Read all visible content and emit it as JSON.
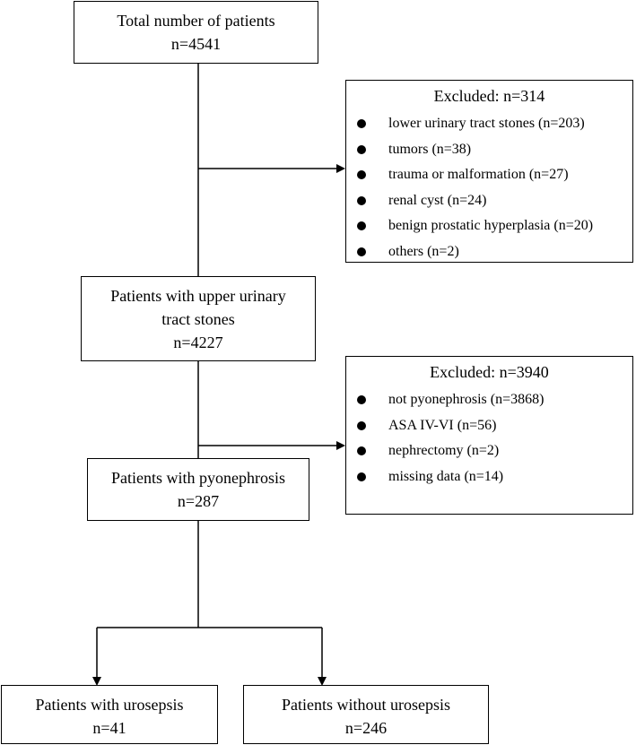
{
  "nodes": {
    "total": {
      "line1": "Total number of patients",
      "line2": "n=4541"
    },
    "upper": {
      "line1": "Patients with upper urinary",
      "line2": "tract stones",
      "line3": "n=4227"
    },
    "pyonephrosis": {
      "line1": "Patients with pyonephrosis",
      "line2": "n=287"
    },
    "with_urosepsis": {
      "line1": "Patients with urosepsis",
      "line2": "n=41"
    },
    "without_urosepsis": {
      "line1": "Patients without urosepsis",
      "line2": "n=246"
    }
  },
  "exclusions": [
    {
      "header": "Excluded: n=314",
      "items": [
        "lower urinary tract stones (n=203)",
        "tumors (n=38)",
        "trauma or malformation (n=27)",
        "renal cyst (n=24)",
        "benign prostatic hyperplasia (n=20)",
        "others (n=2)"
      ]
    },
    {
      "header": "Excluded: n=3940",
      "items": [
        "not pyonephrosis (n=3868)",
        "ASA IV-VI (n=56)",
        "nephrectomy (n=2)",
        "missing data (n=14)"
      ]
    }
  ]
}
